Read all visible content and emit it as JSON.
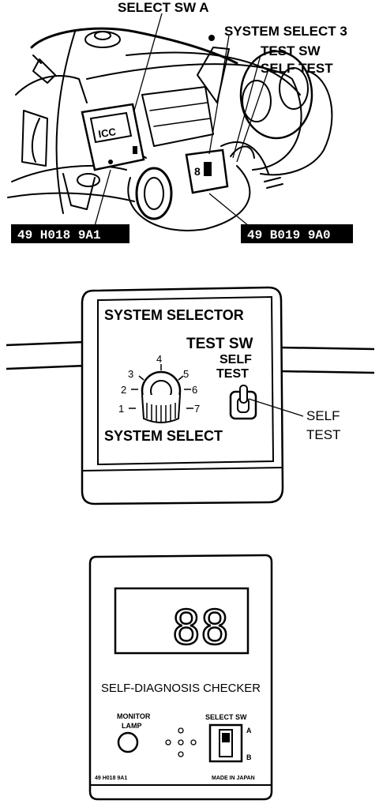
{
  "top_diagram": {
    "callouts": {
      "select_sw_a": "SELECT SW A",
      "system_select_3": "SYSTEM SELECT 3",
      "test_sw": "TEST SW",
      "self_test": "SELF TEST"
    },
    "part_numbers": {
      "checker": "49 H018 9A1",
      "selector": "49 B019 9A0"
    },
    "checker_display": "ICC"
  },
  "system_selector": {
    "title": "SYSTEM SELECTOR",
    "test_sw_label": "TEST SW",
    "self_label_line1": "SELF",
    "self_label_line2": "TEST",
    "dial_positions": [
      "1",
      "2",
      "3",
      "4",
      "5",
      "6",
      "7"
    ],
    "bottom_label": "SYSTEM SELECT",
    "callout_line1": "SELF",
    "callout_line2": "TEST"
  },
  "diagnosis_checker": {
    "display_value": "88",
    "title": "SELF-DIAGNOSIS CHECKER",
    "monitor_line1": "MONITOR",
    "monitor_line2": "LAMP",
    "select_sw_label": "SELECT SW",
    "switch_pos_a": "A",
    "switch_pos_b": "B",
    "part_number": "49 H018 9A1",
    "origin": "MADE IN JAPAN"
  }
}
